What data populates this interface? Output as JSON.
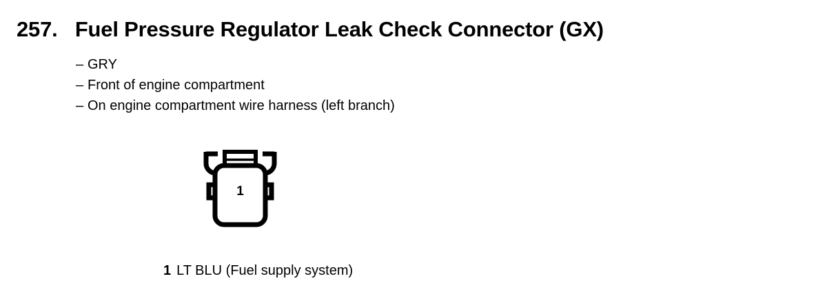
{
  "document": {
    "background_color": "#ffffff",
    "ink_color": "#000000"
  },
  "header": {
    "item_number": "257.",
    "title": "Fuel Pressure Regulator Leak Check Connector (GX)"
  },
  "attributes": {
    "dash": "–",
    "items": [
      "GRY",
      "Front of engine compartment",
      "On engine compartment wire harness (left branch)"
    ]
  },
  "connector": {
    "name": "connector-face-view",
    "cavity_count": 1,
    "cavity_labels": [
      "1"
    ],
    "features": {
      "latch": "center-top-latch-with-slot",
      "arms": [
        "left-hook-arm",
        "right-hook-arm"
      ],
      "tabs": [
        "left-side-tab",
        "right-side-tab"
      ]
    },
    "outline_color": "#000000"
  },
  "caption": {
    "pin": "1",
    "wire_color": "LT BLU",
    "circuit": "(Fuel supply system)"
  }
}
